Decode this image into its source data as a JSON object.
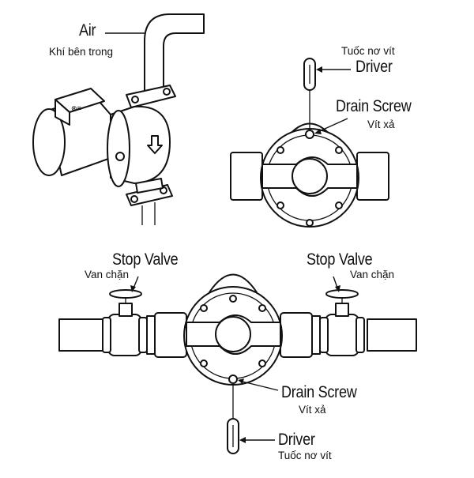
{
  "labels": {
    "air": "Air",
    "air_vi": "Khí bên trong",
    "driver_top_vi": "Tuốc nơ vít",
    "driver_top": "Driver",
    "drain_top": "Drain Screw",
    "drain_top_vi": "Vít xả",
    "stop_left": "Stop Valve",
    "stop_left_vi": "Van chặn",
    "stop_right": "Stop Valve",
    "stop_right_vi": "Van chặn",
    "drain_bottom": "Drain Screw",
    "drain_bottom_vi": "Vít xả",
    "driver_bottom": "Driver",
    "driver_bottom_vi": "Tuốc nơ vít"
  },
  "colors": {
    "line": "#111111",
    "shade": "#c9c9c9",
    "background": "#ffffff"
  }
}
